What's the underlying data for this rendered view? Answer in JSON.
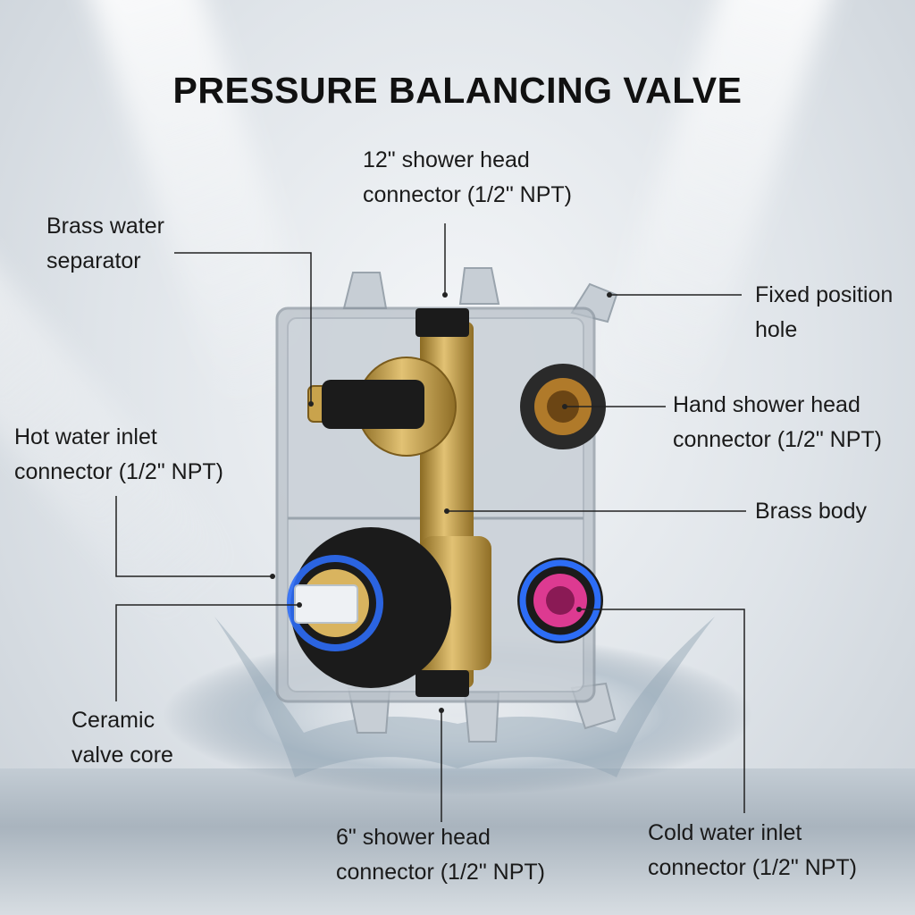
{
  "title": "PRESSURE BALANCING VALVE",
  "labels": {
    "twelve_inch": [
      "12\"  shower head",
      "connector (1/2\" NPT)"
    ],
    "brass_separator": [
      "Brass water",
      "separator"
    ],
    "fixed_hole": [
      "Fixed position",
      "hole"
    ],
    "hand_shower": [
      "Hand shower head",
      "connector (1/2\" NPT)"
    ],
    "hot_inlet": [
      "Hot water inlet",
      "connector (1/2\" NPT)"
    ],
    "brass_body": [
      "Brass body"
    ],
    "ceramic_core": [
      "Ceramic",
      "valve core"
    ],
    "six_inch": [
      "6\" shower head",
      "connector (1/2\" NPT)"
    ],
    "cold_inlet": [
      "Cold water inlet",
      "connector (1/2\" NPT)"
    ]
  },
  "colors": {
    "brass": "#c9a34c",
    "housing": "#b8c0c8",
    "black_trim": "#1b1b1b",
    "hot_glow": "#2d6df6",
    "cold_glow": "#ff3fa6"
  }
}
